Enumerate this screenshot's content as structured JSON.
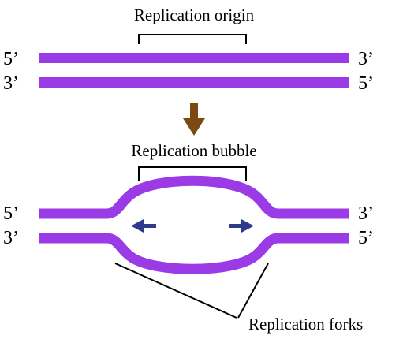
{
  "labels": {
    "origin": "Replication origin",
    "bubble": "Replication bubble",
    "forks": "Replication forks"
  },
  "ends": {
    "top_left_upper": "5’",
    "top_left_lower": "3’",
    "top_right_upper": "3’",
    "top_right_lower": "5’",
    "bottom_left_upper": "5’",
    "bottom_left_lower": "3’",
    "bottom_right_upper": "3’",
    "bottom_right_lower": "5’"
  },
  "colors": {
    "strand": "#9b3be6",
    "arrow_down": "#7a4a10",
    "fork_arrow": "#2f3a8a",
    "bracket": "#000000"
  },
  "icons": {
    "transition": "arrow-down-icon",
    "fork_left": "arrow-left-icon",
    "fork_right": "arrow-right-icon"
  }
}
